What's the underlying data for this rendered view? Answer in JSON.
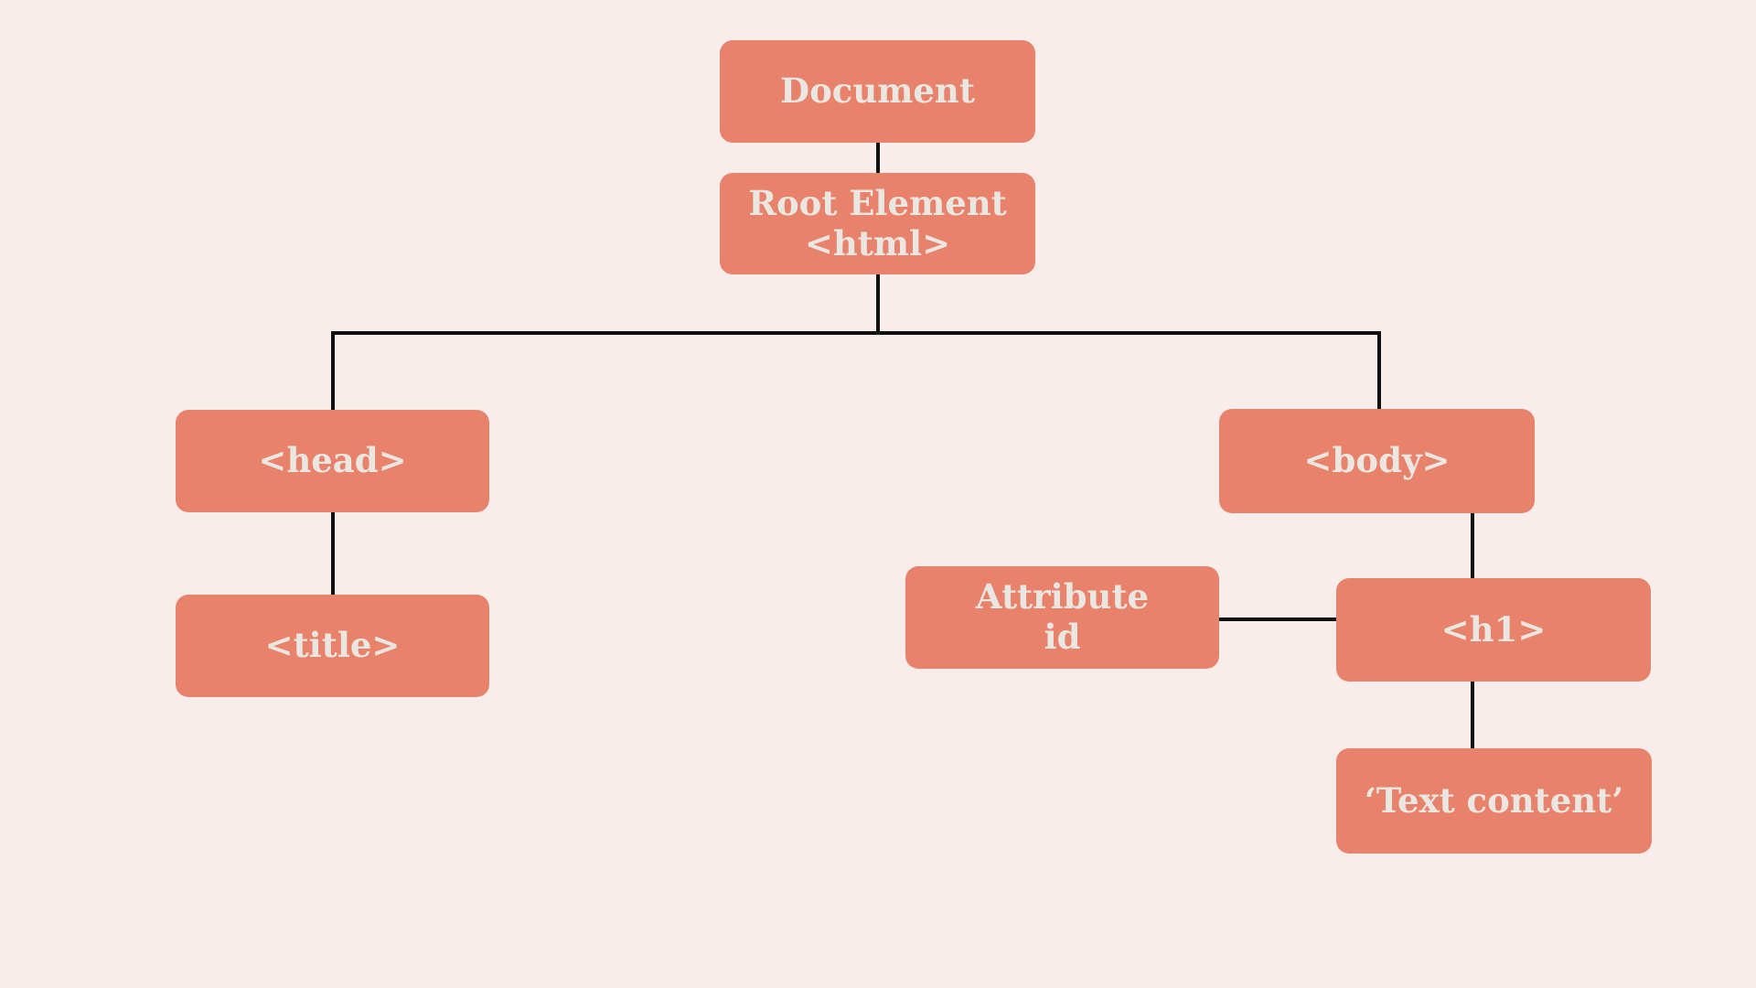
{
  "diagram": {
    "description": "DOM tree structure diagram",
    "colors": {
      "background": "#f8edea",
      "node_fill": "#e8826b",
      "node_text": "#eae7e3",
      "connector": "#111111"
    },
    "nodes": {
      "document": {
        "label": "Document"
      },
      "root_element": {
        "line1": "Root Element",
        "line2": "<html>"
      },
      "head": {
        "label": "<head>"
      },
      "title": {
        "label": "<title>"
      },
      "body": {
        "label": "<body>"
      },
      "attribute": {
        "line1": "Attribute",
        "line2": "id"
      },
      "h1": {
        "label": "<h1>"
      },
      "text_content": {
        "label": "‘Text content’"
      }
    },
    "edges": [
      [
        "document",
        "root_element"
      ],
      [
        "root_element",
        "head"
      ],
      [
        "root_element",
        "body"
      ],
      [
        "head",
        "title"
      ],
      [
        "body",
        "h1"
      ],
      [
        "attribute",
        "h1"
      ],
      [
        "h1",
        "text_content"
      ]
    ]
  }
}
